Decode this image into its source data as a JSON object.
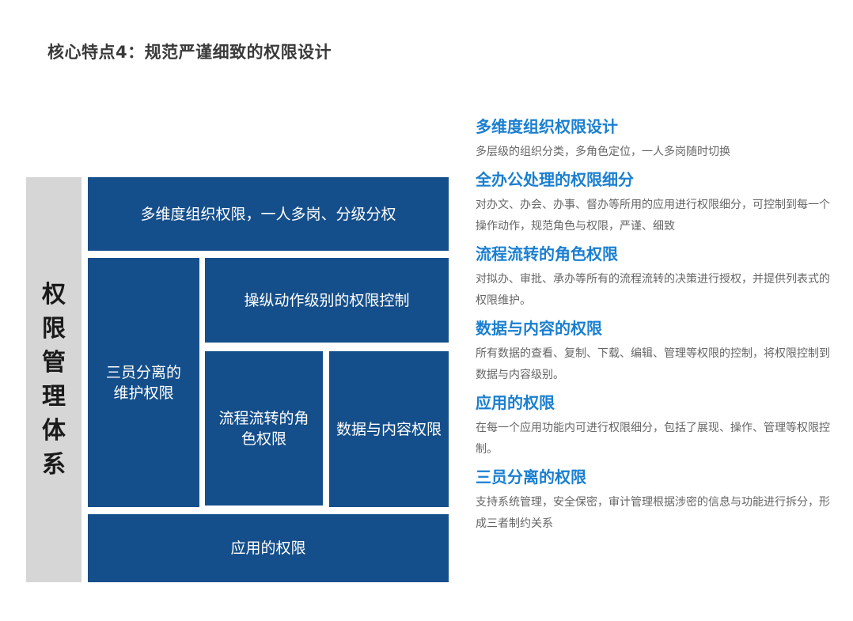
{
  "page": {
    "title": "核心特点4：规范严谨细致的权限设计"
  },
  "diagram": {
    "side_label": "权限管理体系",
    "blocks": {
      "top": "多维度组织权限，一人多岗、分级分权",
      "left_tall": "三员分离的维护权限",
      "middle_top": "操纵动作级别的权限控制",
      "middle_left": "流程流转的角色权限",
      "middle_right": "数据与内容权限",
      "bottom": "应用的权限"
    }
  },
  "features": [
    {
      "heading": "多维度组织权限设计",
      "desc": "多层级的组织分类，多角色定位，一人多岗随时切换"
    },
    {
      "heading": "全办公处理的权限细分",
      "desc": "对办文、办会、办事、督办等所用的应用进行权限细分，可控制到每一个操作动作，规范角色与权限，严谨、细致"
    },
    {
      "heading": "流程流转的角色权限",
      "desc": "对拟办、审批、承办等所有的流程流转的决策进行授权，并提供列表式的权限维护。"
    },
    {
      "heading": "数据与内容的权限",
      "desc": "所有数据的查看、复制、下载、编辑、管理等权限的控制，将权限控制到数据与内容级别。"
    },
    {
      "heading": "应用的权限",
      "desc": "在每一个应用功能内可进行权限细分，包括了展现、操作、管理等权限控制。"
    },
    {
      "heading": "三员分离的权限",
      "desc": "支持系统管理，安全保密，审计管理根据涉密的信息与功能进行拆分，形成三者制约关系"
    }
  ],
  "colors": {
    "block_fill": "#154f8b",
    "heading_blue": "#1a7fd0",
    "side_bar_gray": "#d6d6d6"
  }
}
